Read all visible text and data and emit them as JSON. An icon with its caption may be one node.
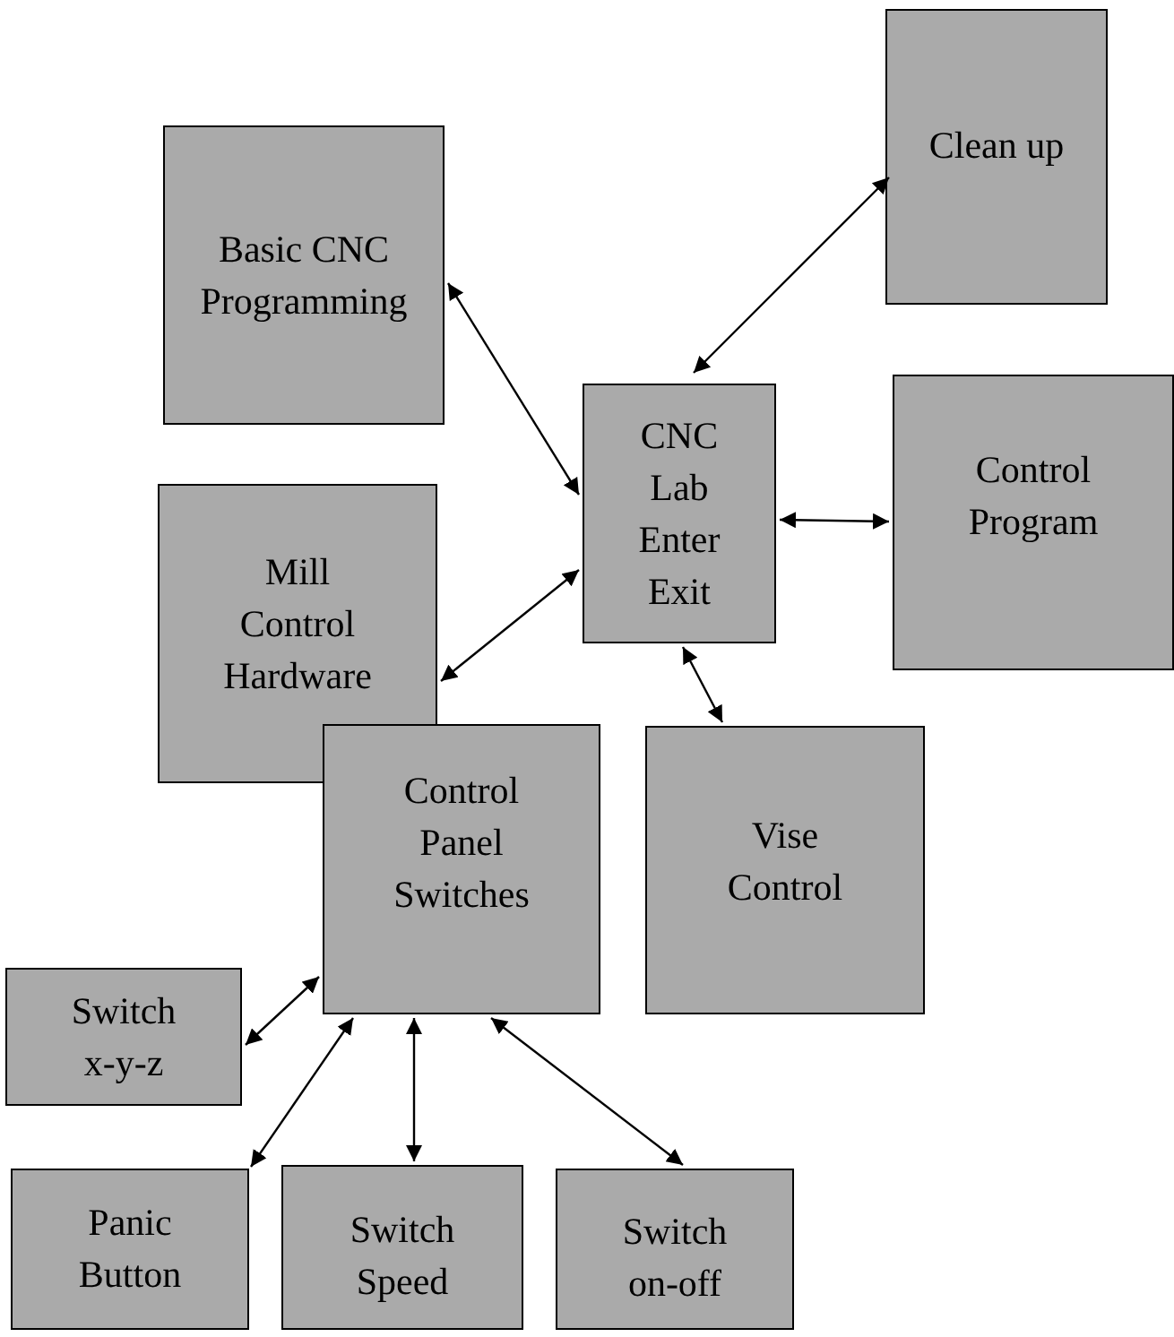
{
  "diagram": {
    "nodes": [
      {
        "text": [
          "Clean up"
        ]
      },
      {
        "text": [
          "Basic CNC Programming"
        ]
      },
      {
        "text": [
          "CNC Lab Enter Exit"
        ]
      },
      {
        "text": [
          "Control Program"
        ]
      },
      {
        "text": [
          "Mill Control Hardware"
        ]
      },
      {
        "text": [
          "Control Panel Switches"
        ]
      },
      {
        "text": [
          "Vise Control"
        ]
      },
      {
        "text": [
          "Switch x-y-z"
        ]
      },
      {
        "text": [
          "Panic Button"
        ]
      },
      {
        "text": [
          "Switch Speed"
        ]
      },
      {
        "text": [
          "Switch on-off"
        ]
      }
    ],
    "edges": [
      {
        "from": 1,
        "to": 2,
        "arrow": "both"
      },
      {
        "from": 0,
        "to": 2,
        "arrow": "both"
      },
      {
        "from": 2,
        "to": 3,
        "arrow": "both"
      },
      {
        "from": 4,
        "to": 2,
        "arrow": "both"
      },
      {
        "from": 2,
        "to": 6,
        "arrow": "both"
      },
      {
        "from": 5,
        "to": 7,
        "arrow": "both"
      },
      {
        "from": 5,
        "to": 8,
        "arrow": "both"
      },
      {
        "from": 5,
        "to": 9,
        "arrow": "both"
      },
      {
        "from": 5,
        "to": 10,
        "arrow": "both"
      }
    ]
  }
}
